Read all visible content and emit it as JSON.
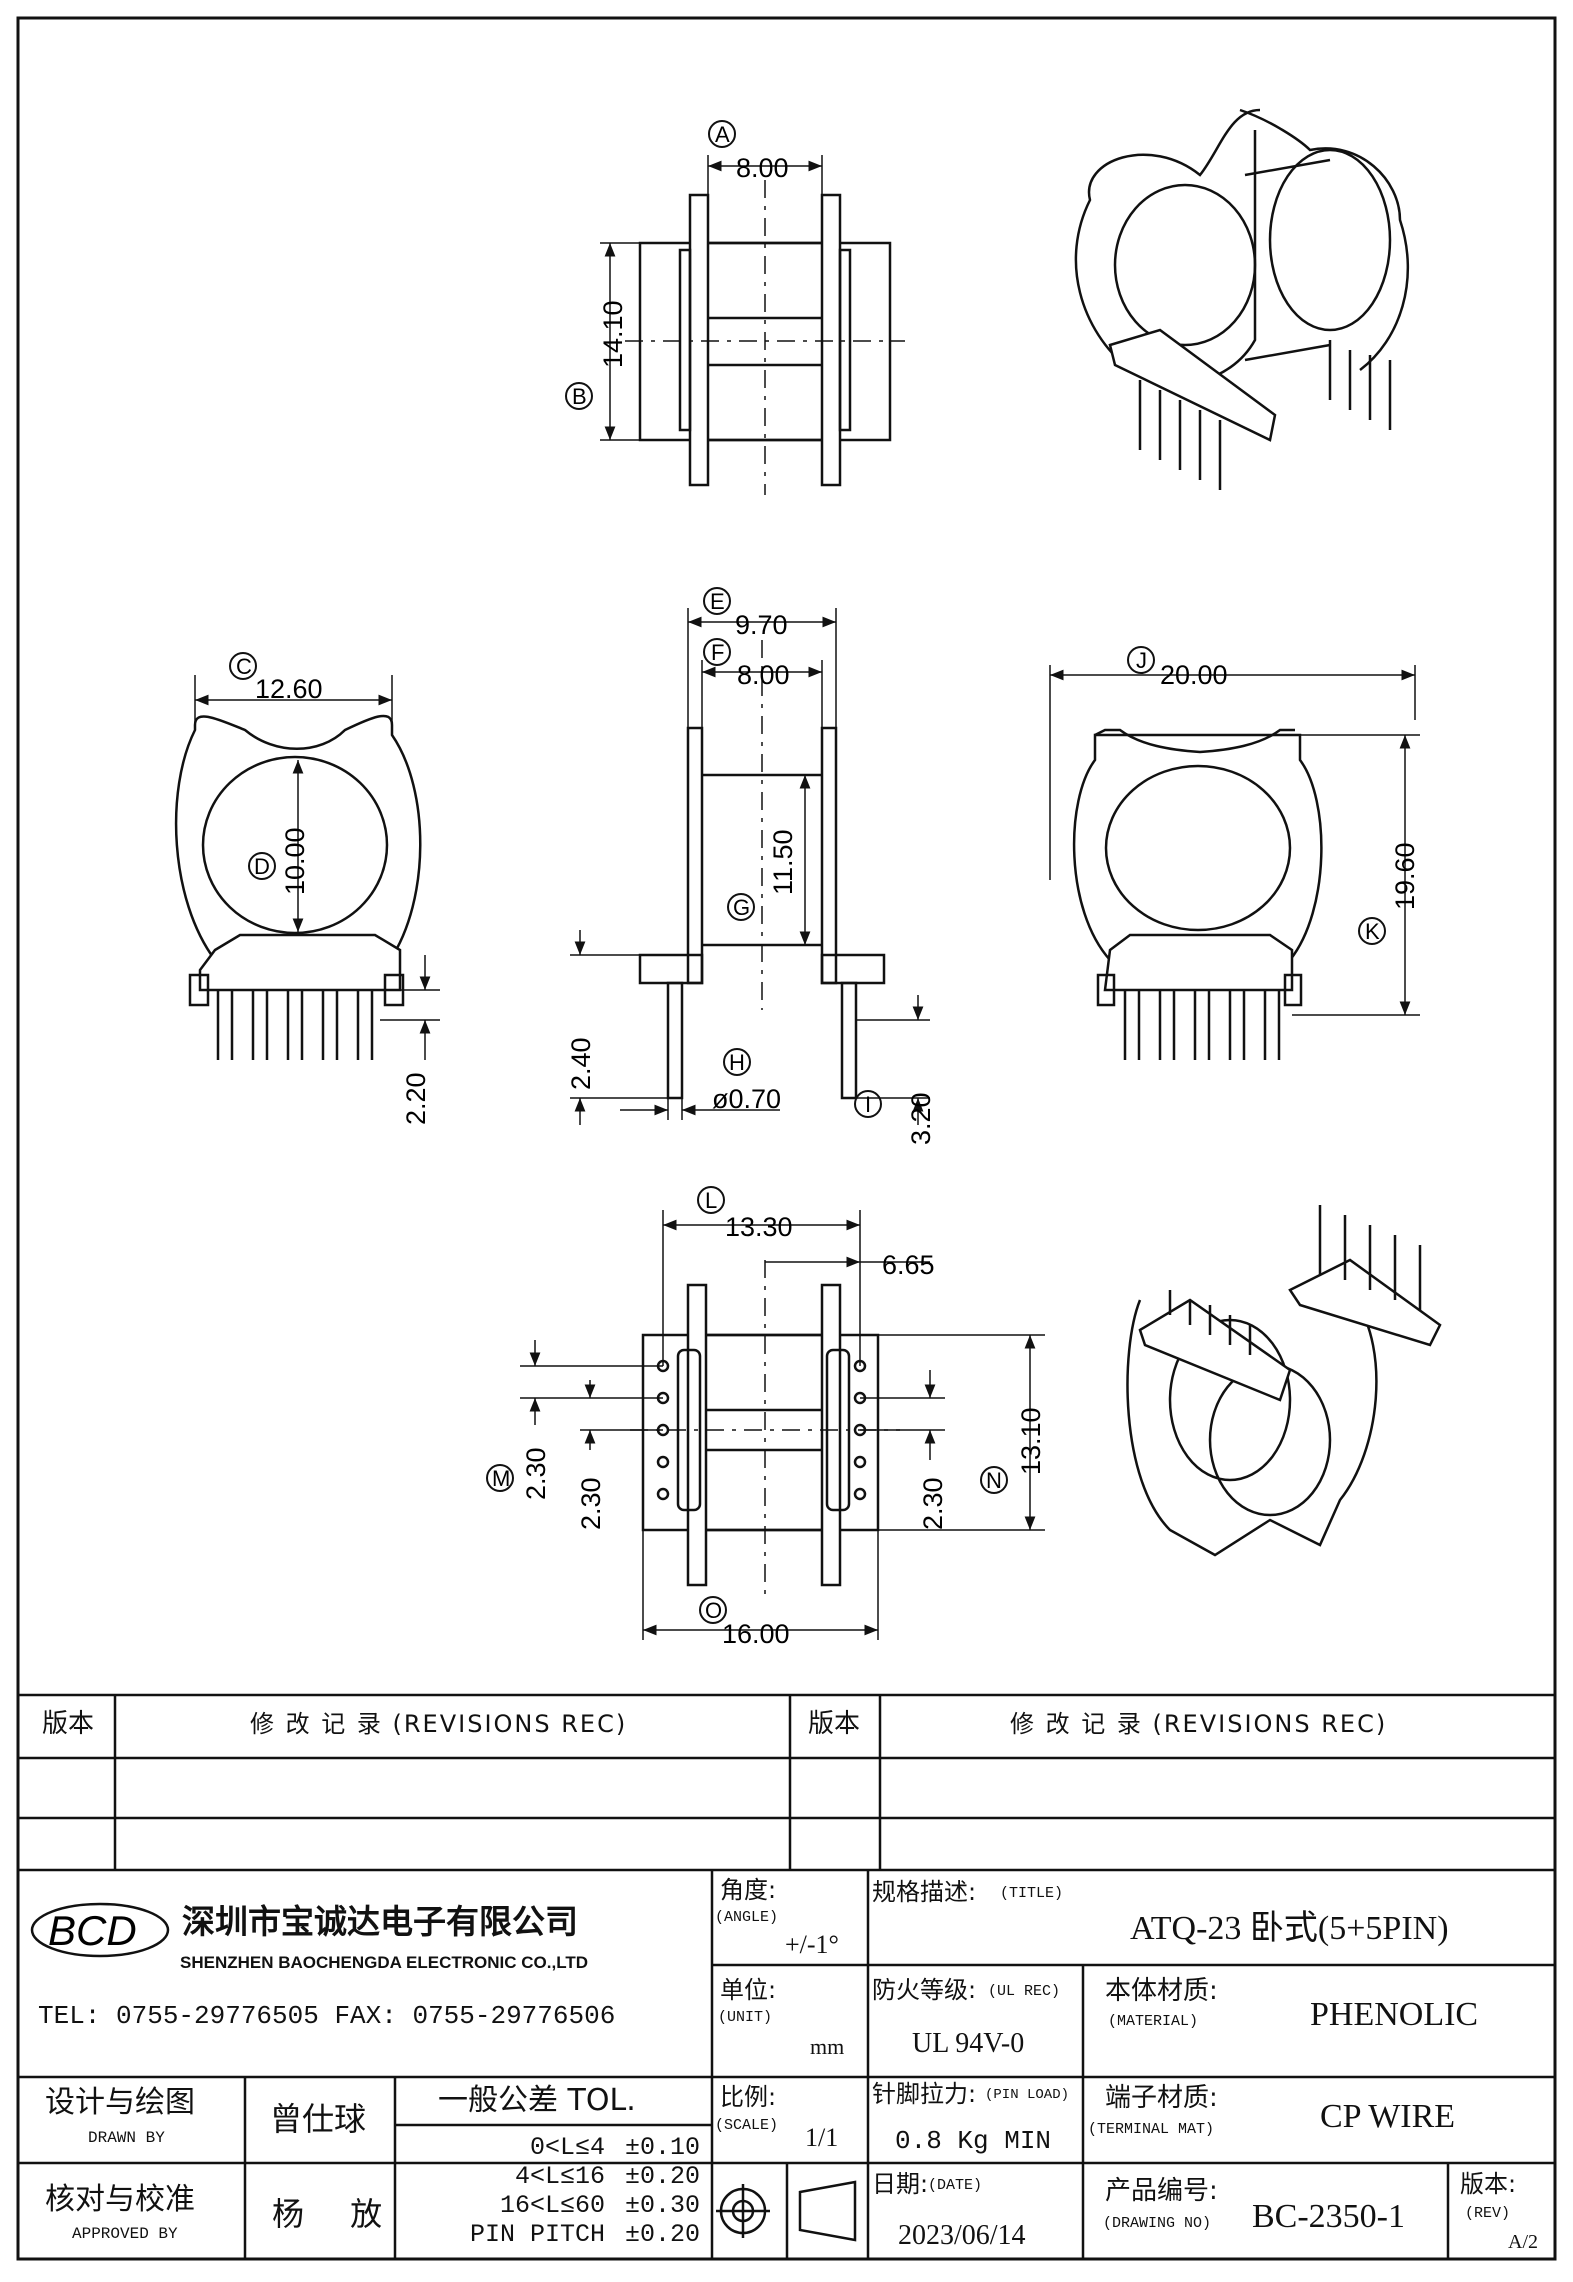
{
  "labels": {
    "A": "A",
    "B": "B",
    "C": "C",
    "D": "D",
    "E": "E",
    "F": "F",
    "G": "G",
    "H": "H",
    "I": "I",
    "J": "J",
    "K": "K",
    "L": "L",
    "M": "M",
    "N": "N",
    "O": "O"
  },
  "dims": {
    "top_width": "8.00",
    "top_height": "14.10",
    "side_width": "12.60",
    "side_window": "10.00",
    "side_pin": "2.20",
    "front_outer": "9.70",
    "front_inner": "8.00",
    "front_height": "11.50",
    "front_standoff": "2.40",
    "pin_dia": "ø0.70",
    "pin_len": "3.20",
    "end_width": "20.00",
    "end_height": "19.60",
    "bottom_pitch_x": "13.30",
    "bottom_half": "6.65",
    "bottom_pitch_a": "2.30",
    "bottom_pitch_b": "2.30",
    "bottom_pitch_c": "2.30",
    "bottom_height": "13.10",
    "bottom_width": "16.00"
  },
  "revisions": {
    "ver_label": "版本",
    "rec_label": "修 改 记 录 (REVISIONS REC)"
  },
  "company": {
    "logo": "BCD",
    "name_cn": "深圳市宝诚达电子有限公司",
    "name_en": "SHENZHEN BAOCHENGDA ELECTRONIC CO.,LTD",
    "contact": "TEL: 0755-29776505  FAX: 0755-29776506"
  },
  "titleblock": {
    "angle_label": "角度:",
    "angle_label_en": "(ANGLE)",
    "angle_value": "+/-1°",
    "title_label": "规格描述:",
    "title_label_en": "(TITLE)",
    "title_value": "ATQ-23 卧式(5+5PIN)",
    "unit_label": "单位:",
    "unit_label_en": "(UNIT)",
    "unit_value": "mm",
    "ul_label": "防火等级:",
    "ul_label_en": "(UL REC)",
    "ul_value": "UL 94V-0",
    "material_label": "本体材质:",
    "material_label_en": "(MATERIAL)",
    "material_value": "PHENOLIC",
    "drawn_label": "设计与绘图",
    "drawn_label_en": "DRAWN BY",
    "drawn_value": "曾仕球",
    "approved_label": "核对与校准",
    "approved_label_en": "APPROVED BY",
    "approved_value": "杨 放",
    "tol_title": "一般公差 TOL.",
    "tol_rows": [
      {
        "range": "0<L≤4",
        "value": "±0.10"
      },
      {
        "range": "4<L≤16",
        "value": "±0.20"
      },
      {
        "range": "16<L≤60",
        "value": "±0.30"
      },
      {
        "range": "PIN PITCH",
        "value": "±0.20"
      }
    ],
    "scale_label": "比例:",
    "scale_label_en": "(SCALE)",
    "scale_value": "1/1",
    "pinload_label": "针脚拉力:",
    "pinload_label_en": "(PIN LOAD)",
    "pinload_value": "0.8 Kg MIN",
    "terminal_label": "端子材质:",
    "terminal_label_en": "(TERMINAL MAT)",
    "terminal_value": "CP WIRE",
    "date_label": "日期:",
    "date_label_en": "(DATE)",
    "date_value": "2023/06/14",
    "drawing_label": "产品编号:",
    "drawing_label_en": "(DRAWING NO)",
    "drawing_value": "BC-2350-1",
    "rev_label": "版本:",
    "rev_label_en": "(REV)",
    "rev_value": "A/2"
  }
}
